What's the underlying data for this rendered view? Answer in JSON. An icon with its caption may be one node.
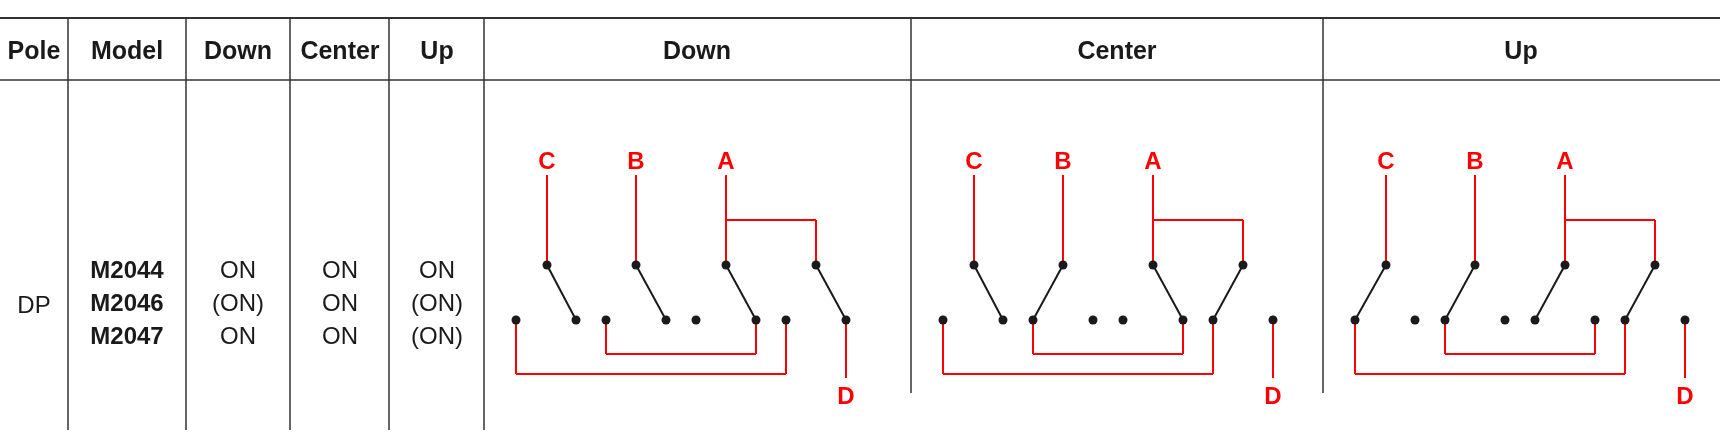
{
  "diagram": {
    "labels": [
      "Pole",
      "Model",
      "Down",
      "Center",
      "Up",
      "Down",
      "Center",
      "Up",
      "DP",
      "M2044",
      "ON",
      "ON",
      "ON",
      "M2046",
      "(ON)",
      "ON",
      "(ON)",
      "M2047",
      "ON",
      "ON",
      "(ON)",
      "C",
      "B",
      "A",
      "D",
      "C",
      "B",
      "A",
      "D",
      "C",
      "B",
      "A",
      "D"
    ]
  }
}
